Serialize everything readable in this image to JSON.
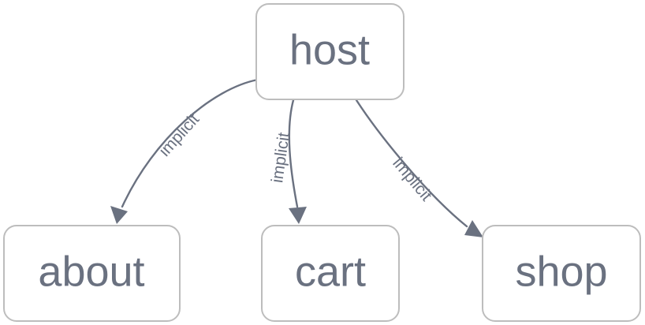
{
  "diagram": {
    "type": "directed-graph",
    "background_color": "#ffffff",
    "node_fill_color": "#ffffff",
    "node_border_color": "#bdbdbd",
    "text_color": "#6a7180",
    "edge_color": "#6a7180",
    "nodes": [
      {
        "id": "host",
        "label": "host"
      },
      {
        "id": "about",
        "label": "about"
      },
      {
        "id": "cart",
        "label": "cart"
      },
      {
        "id": "shop",
        "label": "shop"
      }
    ],
    "edges": [
      {
        "from": "host",
        "to": "about",
        "label": "implicit"
      },
      {
        "from": "host",
        "to": "cart",
        "label": "implicit"
      },
      {
        "from": "host",
        "to": "shop",
        "label": "implicit"
      }
    ]
  }
}
